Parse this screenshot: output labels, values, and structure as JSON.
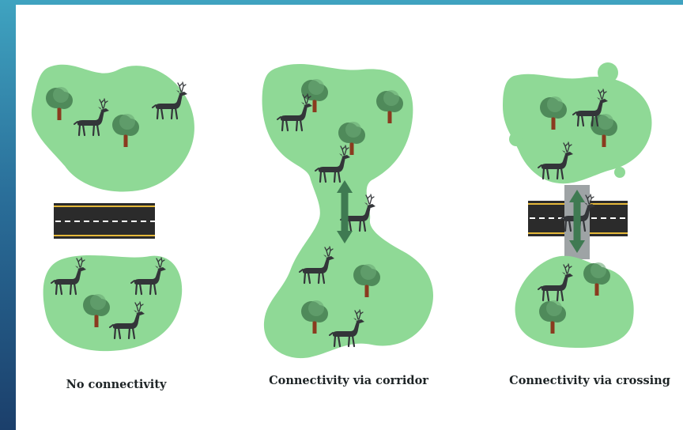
{
  "colors": {
    "habitat": "#8fd996",
    "tree_canopy": "#4f8a5a",
    "tree_canopy_light": "#6aa874",
    "trunk": "#8a3a1f",
    "deer": "#333539",
    "road": "#2b2b2b",
    "road_edge": "#e4b83a",
    "road_dash": "#ffffff",
    "arrow": "#3f7a52",
    "bridge": "#9ea3a5"
  },
  "panels": [
    {
      "caption": "No connectivity",
      "type": "isolated"
    },
    {
      "caption": "Connectivity via corridor",
      "type": "corridor"
    },
    {
      "caption": "Connectivity via crossing",
      "type": "crossing"
    }
  ]
}
